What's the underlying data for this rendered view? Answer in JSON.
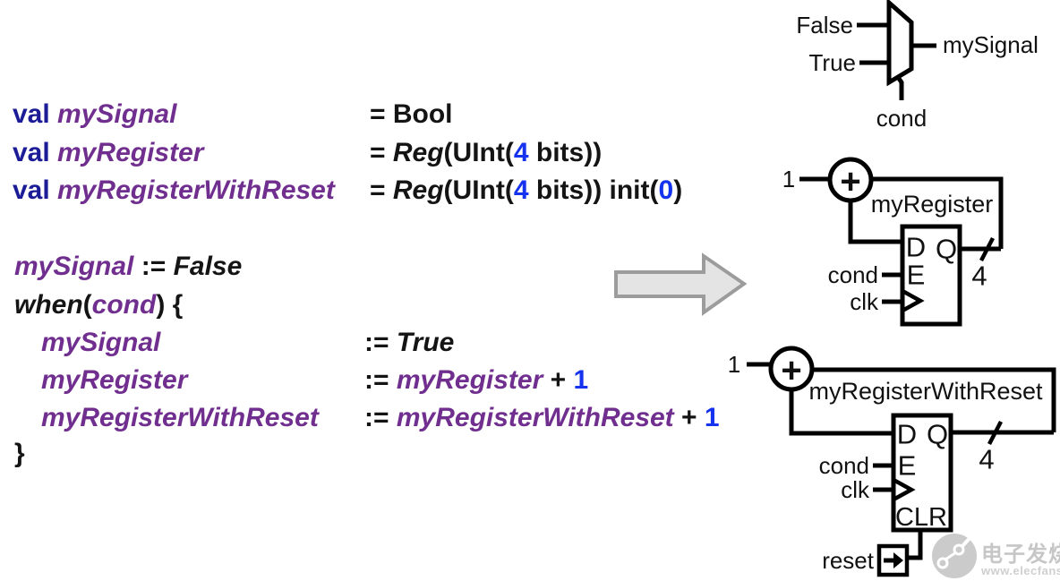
{
  "code": {
    "lines": [
      {
        "kind": "decl",
        "left": [
          {
            "t": "val ",
            "c": "kw"
          },
          {
            "t": "mySignal",
            "c": "id"
          }
        ],
        "right": [
          {
            "t": "= Bool",
            "c": "pl"
          }
        ]
      },
      {
        "kind": "decl",
        "left": [
          {
            "t": "val ",
            "c": "kw"
          },
          {
            "t": "myRegister",
            "c": "id"
          }
        ],
        "right": [
          {
            "t": "= ",
            "c": "pl"
          },
          {
            "t": "Reg",
            "c": "pi"
          },
          {
            "t": "(UInt(",
            "c": "pl"
          },
          {
            "t": "4",
            "c": "lit"
          },
          {
            "t": " bits))",
            "c": "pl"
          }
        ]
      },
      {
        "kind": "decl",
        "left": [
          {
            "t": "val ",
            "c": "kw"
          },
          {
            "t": "myRegisterWithReset",
            "c": "id"
          }
        ],
        "right": [
          {
            "t": "= ",
            "c": "pl"
          },
          {
            "t": "Reg",
            "c": "pi"
          },
          {
            "t": "(UInt(",
            "c": "pl"
          },
          {
            "t": "4",
            "c": "lit"
          },
          {
            "t": " bits)) init(",
            "c": "pl"
          },
          {
            "t": "0",
            "c": "lit"
          },
          {
            "t": ")",
            "c": "pl"
          }
        ]
      },
      {
        "kind": "stmt",
        "left": [
          {
            "t": "mySignal",
            "c": "id"
          },
          {
            "t": " := ",
            "c": "pl"
          },
          {
            "t": "False",
            "c": "pi"
          }
        ]
      },
      {
        "kind": "stmt",
        "left": [
          {
            "t": "when",
            "c": "pi"
          },
          {
            "t": "(",
            "c": "pl"
          },
          {
            "t": "cond",
            "c": "id"
          },
          {
            "t": ") {",
            "c": "pl"
          }
        ]
      },
      {
        "kind": "inner",
        "left": [
          {
            "t": "mySignal",
            "c": "id"
          }
        ],
        "right": [
          {
            "t": ":= ",
            "c": "pl"
          },
          {
            "t": "True",
            "c": "pi"
          }
        ]
      },
      {
        "kind": "inner",
        "left": [
          {
            "t": "myRegister",
            "c": "id"
          }
        ],
        "right": [
          {
            "t": ":= ",
            "c": "pl"
          },
          {
            "t": "myRegister",
            "c": "id"
          },
          {
            "t": " + ",
            "c": "pl"
          },
          {
            "t": "1",
            "c": "lit"
          }
        ]
      },
      {
        "kind": "inner",
        "left": [
          {
            "t": "myRegisterWithReset",
            "c": "id"
          }
        ],
        "right": [
          {
            "t": ":= ",
            "c": "pl"
          },
          {
            "t": "myRegisterWithReset",
            "c": "id"
          },
          {
            "t": " + ",
            "c": "pl"
          },
          {
            "t": "1",
            "c": "lit"
          }
        ]
      },
      {
        "kind": "stmt",
        "left": [
          {
            "t": "}",
            "c": "pl"
          }
        ]
      }
    ]
  },
  "diagrams": {
    "mux": {
      "input_top": "False",
      "input_bottom": "True",
      "output": "mySignal",
      "select": "cond"
    },
    "register": {
      "title": "myRegister",
      "adder_input": "1",
      "adder_symbol": "+",
      "port_d": "D",
      "port_q": "Q",
      "port_e": "E",
      "enable": "cond",
      "clock": "clk",
      "bus_width": "4"
    },
    "register_with_reset": {
      "title": "myRegisterWithReset",
      "adder_input": "1",
      "adder_symbol": "+",
      "port_d": "D",
      "port_q": "Q",
      "port_e": "E",
      "enable": "cond",
      "clock": "clk",
      "bus_width": "4",
      "clear": "CLR",
      "reset": "reset"
    }
  },
  "watermark": {
    "brand": "电子发烧友",
    "url": "www.elecfans.com"
  },
  "colors": {
    "keyword": "#1c1c96",
    "identifier": "#702f8f",
    "literal": "#1533ee",
    "text": "#141414",
    "diagram_stroke": "#000000",
    "arrow_fill": "#e4e4e4",
    "arrow_stroke": "#9c9c9c",
    "watermark": "#c6c6c6"
  }
}
